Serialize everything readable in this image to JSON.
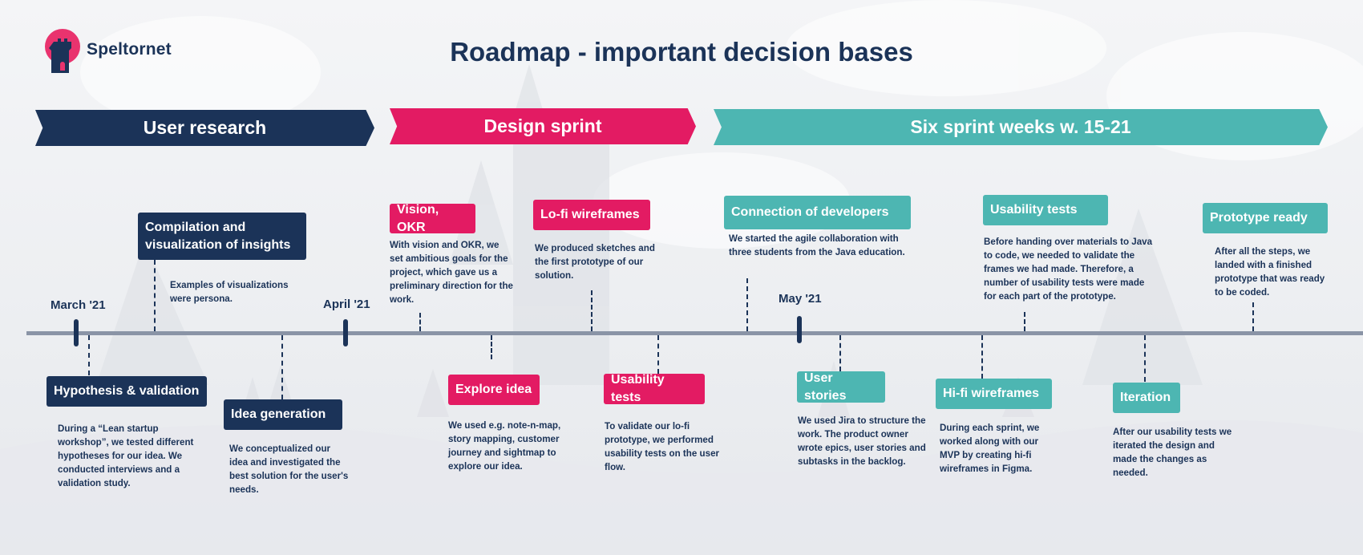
{
  "logo": {
    "name": "Speltornet",
    "mark_color": "#e9336e"
  },
  "title": "Roadmap - important decision bases",
  "colors": {
    "navy": "#1b3358",
    "pink": "#e31b63",
    "teal": "#4db6b2",
    "axis": "#8a94a6"
  },
  "phases": {
    "user_research": "User research",
    "design_sprint": "Design sprint",
    "six_sprint": "Six sprint weeks w. 15-21"
  },
  "months": {
    "march": "March '21",
    "april": "April '21",
    "may": "May '21"
  },
  "milestones": {
    "hypothesis": {
      "label": "Hypothesis & validation",
      "text": "During a “Lean startup workshop”, we tested different hypotheses for our idea. We conducted interviews and a validation study."
    },
    "compilation": {
      "label": "Compilation and visualization of insights",
      "text": "Examples of visualizations were persona."
    },
    "idea_generation": {
      "label": "Idea generation",
      "text": "We conceptualized our idea and investigated the best solution for the user's needs."
    },
    "vision": {
      "label": "Vision, OKR",
      "text": "With vision and OKR, we set ambitious goals for the project, which gave us a preliminary direction for the work."
    },
    "explore": {
      "label": "Explore idea",
      "text": "We used e.g. note-n-map, story mapping, customer journey and sightmap to explore our idea."
    },
    "lofi": {
      "label": "Lo-fi wireframes",
      "text": "We produced sketches and the first prototype of our solution."
    },
    "usability1": {
      "label": "Usability tests",
      "text": "To validate our lo-fi prototype, we performed usability tests on the user flow."
    },
    "developers": {
      "label": "Connection of developers",
      "text": "We started the agile collaboration with three students from the Java education."
    },
    "user_stories": {
      "label": "User stories",
      "text": "We used Jira to structure the work. The product owner wrote epics, user stories and subtasks in the backlog."
    },
    "hifi": {
      "label": "Hi-fi wireframes",
      "text": "During each sprint, we worked along with our MVP by creating hi-fi wireframes in Figma."
    },
    "usability2": {
      "label": "Usability tests",
      "text": "Before handing over materials to Java to code, we needed to validate the frames we had made. Therefore, a number of usability tests were made for each part of the prototype."
    },
    "iteration": {
      "label": "Iteration",
      "text": "After our usability tests we iterated the design and made the changes as needed."
    },
    "prototype": {
      "label": "Prototype ready",
      "text": "After all the steps, we landed with a finished prototype that was ready to be coded."
    }
  }
}
